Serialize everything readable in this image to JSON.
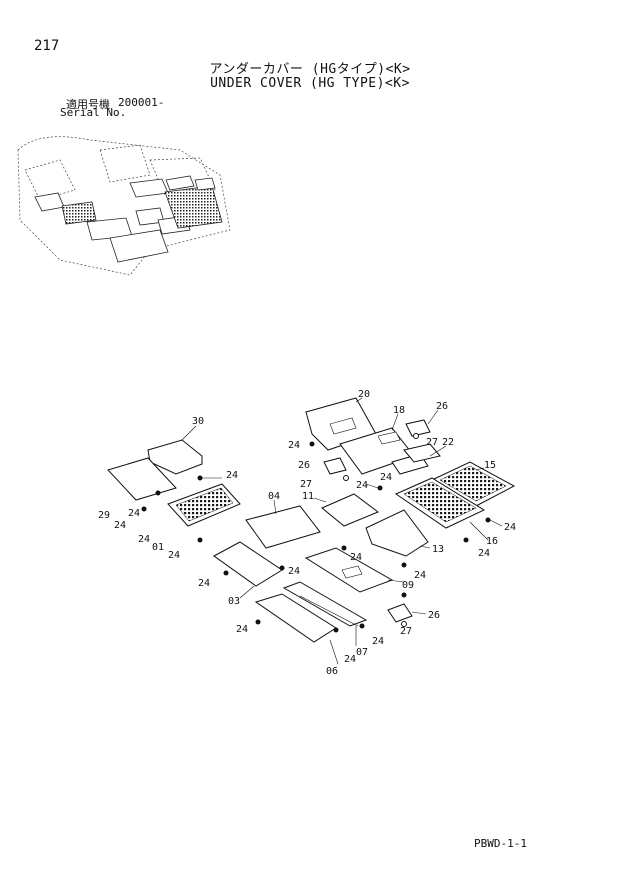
{
  "header": {
    "page_number": "217",
    "title_ja": "アンダーカバー (HGタイプ)<K>",
    "title_en": "UNDER COVER (HG TYPE)<K>",
    "serial_label_ja": "適用号機",
    "serial_range": "200001-",
    "serial_label_en": "Serial No."
  },
  "footer": {
    "code": "PBWD-1-1"
  },
  "callouts": [
    {
      "id": "c30",
      "text": "30"
    },
    {
      "id": "c20",
      "text": "20"
    },
    {
      "id": "c18",
      "text": "18"
    },
    {
      "id": "c26a",
      "text": "26"
    },
    {
      "id": "c24a",
      "text": "24"
    },
    {
      "id": "c27a",
      "text": "27"
    },
    {
      "id": "c22",
      "text": "22"
    },
    {
      "id": "c26b",
      "text": "26"
    },
    {
      "id": "c24b",
      "text": "24"
    },
    {
      "id": "c15",
      "text": "15"
    },
    {
      "id": "c27b",
      "text": "27"
    },
    {
      "id": "c24c",
      "text": "24"
    },
    {
      "id": "c24d",
      "text": "24"
    },
    {
      "id": "c04",
      "text": "04"
    },
    {
      "id": "c11",
      "text": "11"
    },
    {
      "id": "c29",
      "text": "29"
    },
    {
      "id": "c24e",
      "text": "24"
    },
    {
      "id": "c24f",
      "text": "24"
    },
    {
      "id": "c24g",
      "text": "24"
    },
    {
      "id": "c01",
      "text": "01"
    },
    {
      "id": "c24h",
      "text": "24"
    },
    {
      "id": "c16",
      "text": "16"
    },
    {
      "id": "c24i",
      "text": "24"
    },
    {
      "id": "c24j",
      "text": "24"
    },
    {
      "id": "c13",
      "text": "13"
    },
    {
      "id": "c24k",
      "text": "24"
    },
    {
      "id": "c24l",
      "text": "24"
    },
    {
      "id": "c09",
      "text": "09"
    },
    {
      "id": "c24m",
      "text": "24"
    },
    {
      "id": "c03",
      "text": "03"
    },
    {
      "id": "c26c",
      "text": "26"
    },
    {
      "id": "c24n",
      "text": "24"
    },
    {
      "id": "c27c",
      "text": "27"
    },
    {
      "id": "c24o",
      "text": "24"
    },
    {
      "id": "c24p",
      "text": "24"
    },
    {
      "id": "c07",
      "text": "07"
    },
    {
      "id": "c24q",
      "text": "24"
    },
    {
      "id": "c06",
      "text": "06"
    }
  ]
}
